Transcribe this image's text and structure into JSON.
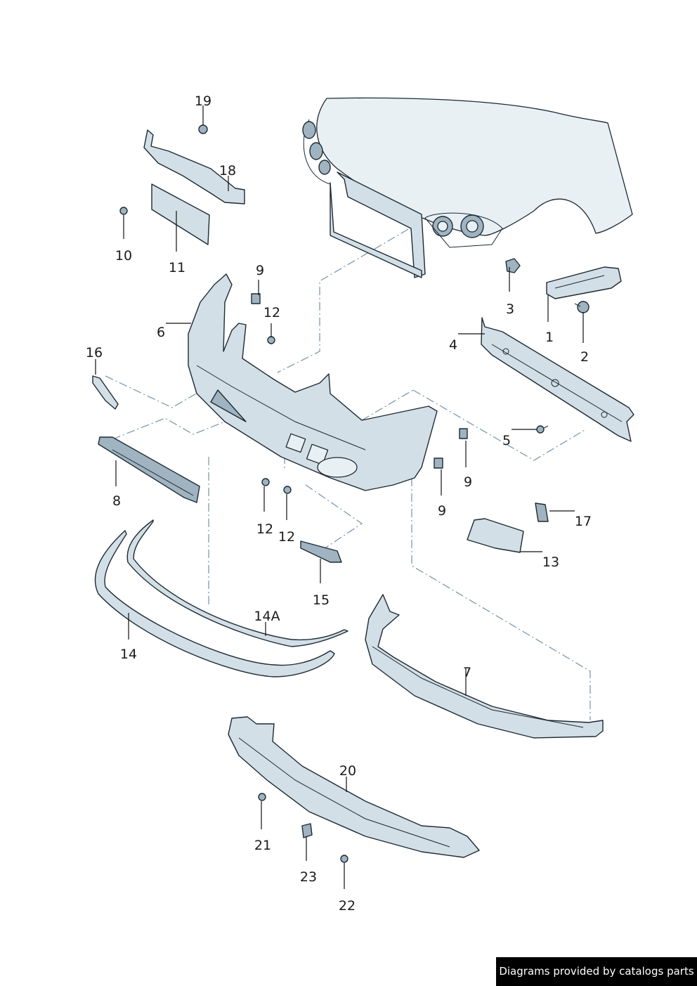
{
  "callouts": {
    "c1": "1",
    "c2": "2",
    "c3": "3",
    "c4": "4",
    "c5": "5",
    "c6": "6",
    "c7": "7",
    "c8": "8",
    "c9a": "9",
    "c9b": "9",
    "c9c": "9",
    "c10": "10",
    "c11": "11",
    "c12a": "12",
    "c12b": "12",
    "c12c": "12",
    "c13": "13",
    "c14": "14",
    "c14a": "14A",
    "c15": "15",
    "c16": "16",
    "c17": "17",
    "c18": "18",
    "c19": "19",
    "c20": "20",
    "c21": "21",
    "c22": "22",
    "c23": "23"
  },
  "footer": {
    "credit": "Diagrams provided by catalogs parts"
  },
  "colors": {
    "part_fill": "#d3dfe6",
    "outline": "#1d2a33",
    "dash_line": "#7f9aae",
    "credit_bg": "#000000"
  }
}
